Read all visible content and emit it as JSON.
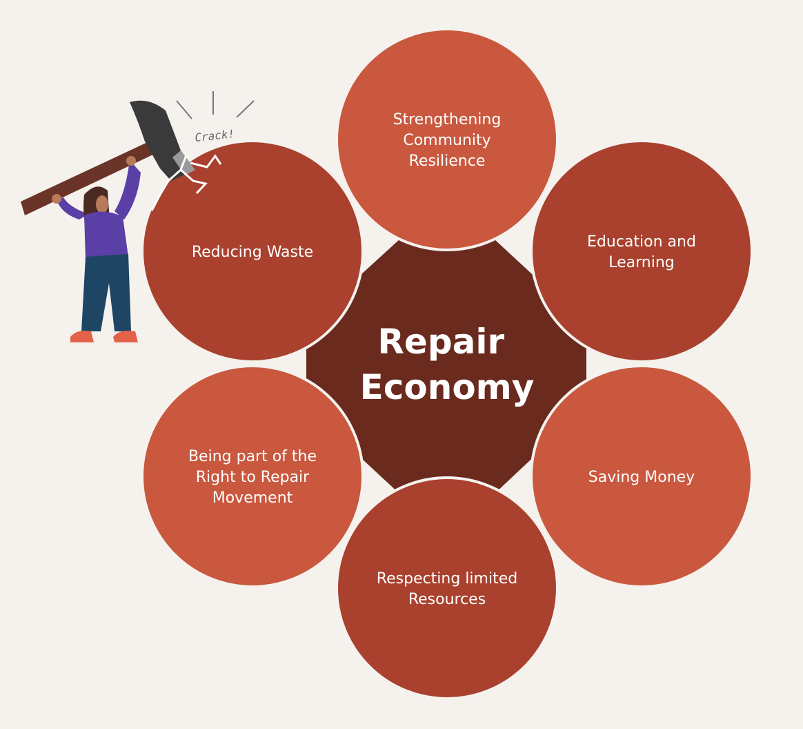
{
  "center": {
    "lines": [
      "Repair",
      "Economy"
    ],
    "color": "#6a2a1e"
  },
  "nodes": [
    {
      "id": "strengthening-community-resilience",
      "lines": [
        "Strengthening",
        "Community",
        "Resilience"
      ],
      "color": "#c9583f"
    },
    {
      "id": "education-and-learning",
      "lines": [
        "Education and",
        "Learning"
      ],
      "color": "#a9412e"
    },
    {
      "id": "saving-money",
      "lines": [
        "Saving Money"
      ],
      "color": "#c9583f"
    },
    {
      "id": "respecting-limited-resources",
      "lines": [
        "Respecting limited",
        "Resources"
      ],
      "color": "#a9412e"
    },
    {
      "id": "right-to-repair-movement",
      "lines": [
        "Being part of the",
        "Right to Repair",
        "Movement"
      ],
      "color": "#c9583f"
    },
    {
      "id": "reducing-waste",
      "lines": [
        "Reducing Waste"
      ],
      "color": "#a9412e"
    }
  ],
  "illustration": {
    "caption": "Crack!",
    "icon": "person-with-hammer-icon"
  },
  "colors": {
    "background": "#f5f2ee",
    "ring": "#f5f2ee"
  }
}
